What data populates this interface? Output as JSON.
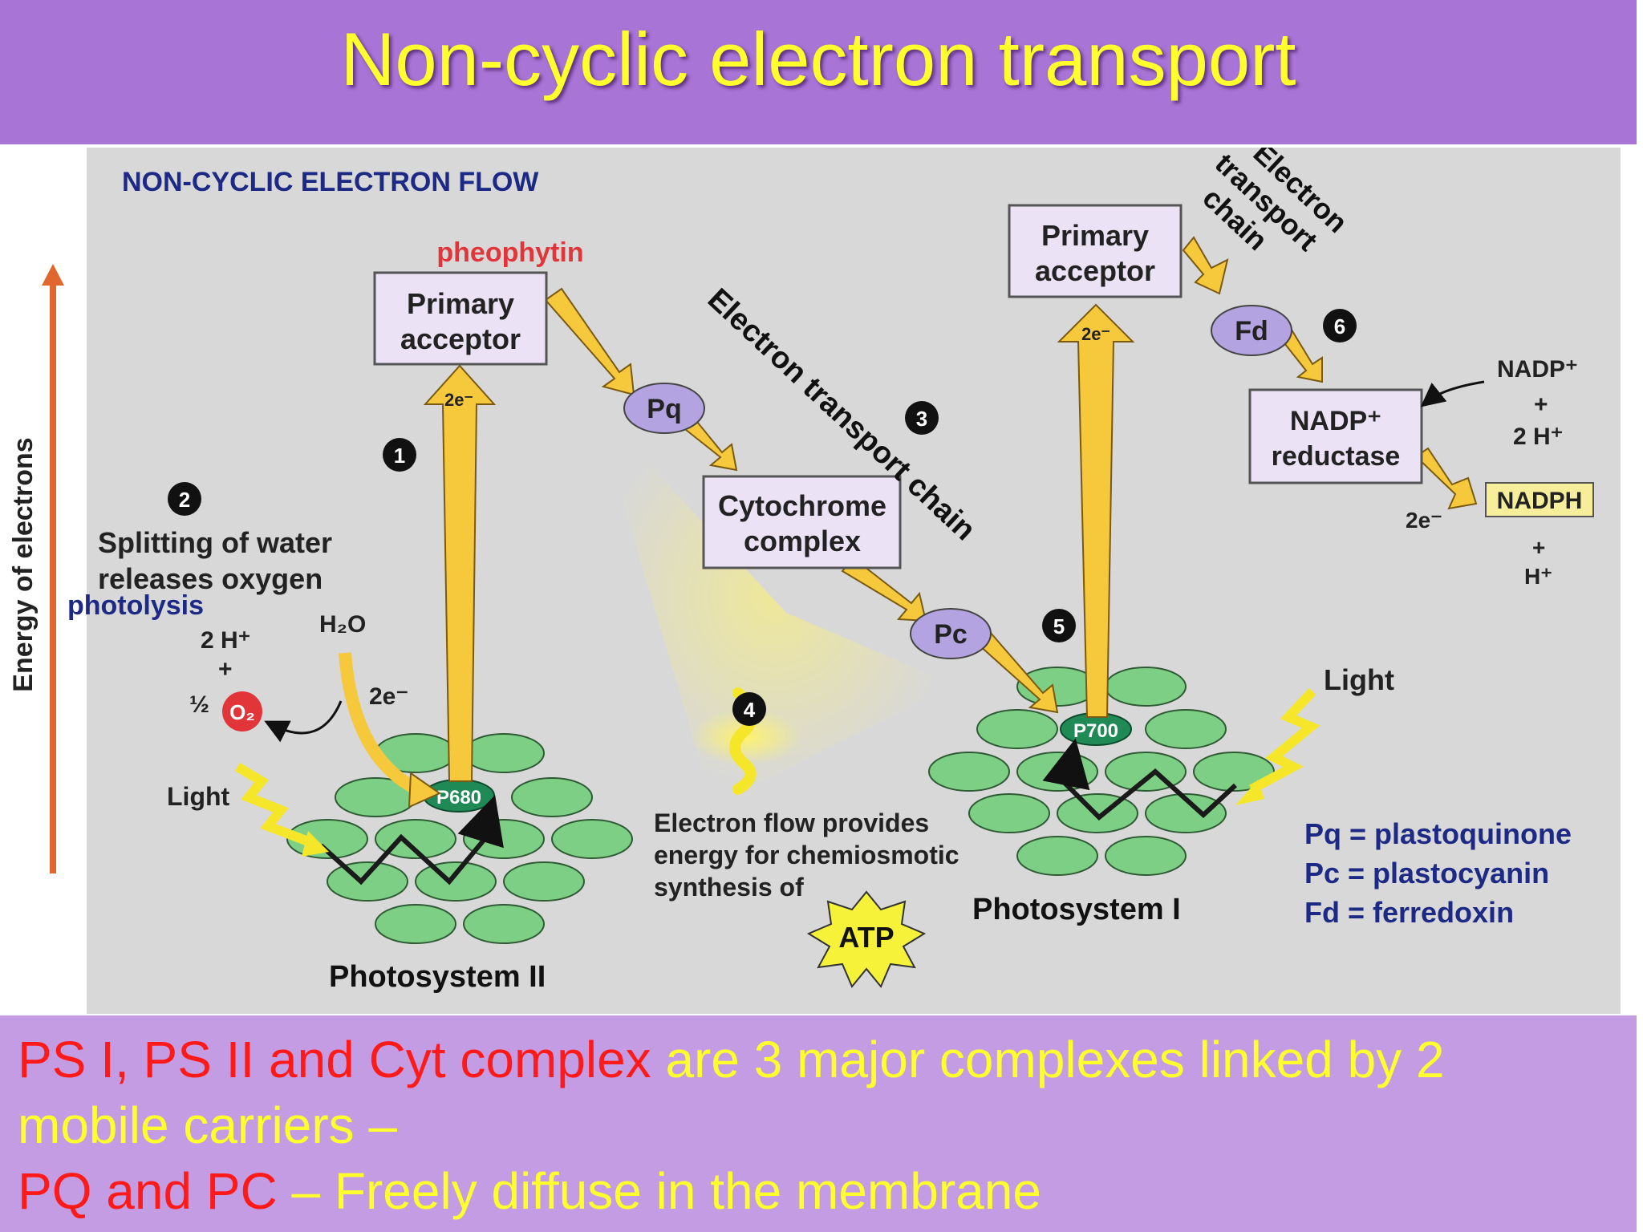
{
  "slide": {
    "title": "Non-cyclic electron transport"
  },
  "diagram": {
    "heading": "NON-CYCLIC ELECTRON FLOW",
    "energy_axis_label": "Energy of electrons",
    "pheophytin_label": "pheophytin",
    "psii_acceptor": [
      "Primary",
      "acceptor"
    ],
    "psi_acceptor": [
      "Primary",
      "acceptor"
    ],
    "pq": "Pq",
    "pc": "Pc",
    "fd": "Fd",
    "cytochrome": [
      "Cytochrome",
      "complex"
    ],
    "nadp_reductase": [
      "NADP⁺",
      "reductase"
    ],
    "etc_diagonal": "Electron transport chain",
    "etc_top": [
      "Electron",
      "transport",
      "chain"
    ],
    "step_numbers": [
      "1",
      "2",
      "3",
      "4",
      "5",
      "6"
    ],
    "splitting_water": [
      "Splitting of water",
      "releases oxygen"
    ],
    "photolysis": "photolysis",
    "h2o": "H₂O",
    "two_h_plus": "2 H⁺",
    "plus": "+",
    "half": "½",
    "o2": "O₂",
    "two_e": "2e⁻",
    "light": "Light",
    "p680": "P680",
    "p700": "P700",
    "photosystem_ii": "Photosystem II",
    "photosystem_i": "Photosystem I",
    "electron_flow_note": [
      "Electron flow provides",
      "energy for chemiosmotic",
      "synthesis of"
    ],
    "atp": "ATP",
    "nadp_plus": "NADP⁺",
    "nadp_two_h": "2 H⁺",
    "nadph": "NADPH",
    "h_plus": "H⁺",
    "legend": [
      "Pq = plastoquinone",
      "Pc = plastocyanin",
      "Fd = ferredoxin"
    ]
  },
  "caption": {
    "line1_red": "PS I, PS II and Cyt complex ",
    "line1_yellow": "are 3 major complexes linked by 2",
    "line2_yellow": "mobile carriers –",
    "line3_red": "PQ and PC ",
    "line3_yellow": "– Freely diffuse in the membrane"
  },
  "colors": {
    "title_bg": "#a874d6",
    "title_text": "#ffff2e",
    "caption_bg": "#c49ce4",
    "caption_red": "#ff1a1a",
    "caption_yellow": "#ffff2e",
    "diagram_bg": "#d8d8d8",
    "thylakoid_green": "#7ecf86",
    "carrier_purple": "#b3a3e0",
    "box_fill": "#ece2f6"
  }
}
